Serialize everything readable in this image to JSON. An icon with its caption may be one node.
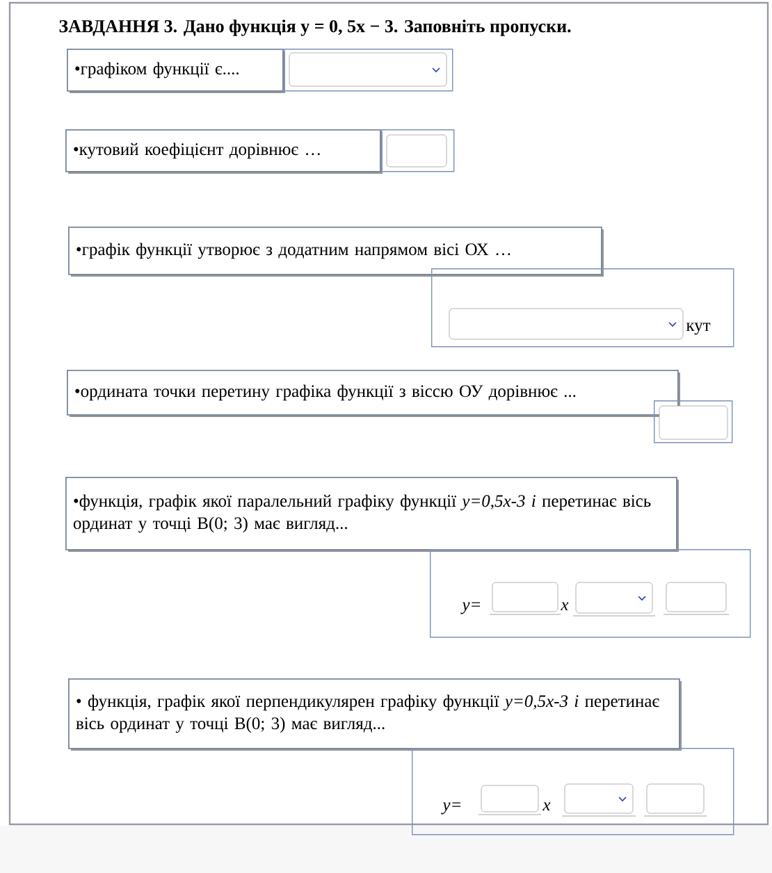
{
  "diagram": {
    "title": "ЗАВДАННЯ 3. Дано функція y = 0, 5x − 3. Заповніть пропуски.",
    "nodes": [
      {
        "text": [
          "•графіком функції є...."
        ]
      },
      {
        "text": [],
        "shape": "box"
      },
      {
        "text": [
          "•кутовий коефіцієнт дорівнює …"
        ]
      },
      {
        "text": [],
        "shape": "box"
      },
      {
        "text": [
          "•графік функції утворює з додатним напрямом вісі ОХ …"
        ]
      },
      {
        "text": [
          "кут"
        ]
      },
      {
        "text": [
          "•ордината точки перетину графіка функції з віссю ОУ дорівнює ..."
        ]
      },
      {
        "text": [],
        "shape": "box"
      },
      {
        "text": [
          "•функція, графік якої паралельний графіку функції *y=0,5x-3 і* перетинає вісь ординат у точці B(0; 3) має вигляд..."
        ]
      },
      {
        "text": [
          "y=",
          "x"
        ]
      },
      {
        "text": [
          "•  функція, графік якої перпендикулярен графіку функції *y=0,5x-3 і* перетинає вісь ординат у точці B(0; 3) має вигляд..."
        ]
      },
      {
        "text": [
          "y=",
          "x"
        ]
      }
    ]
  }
}
